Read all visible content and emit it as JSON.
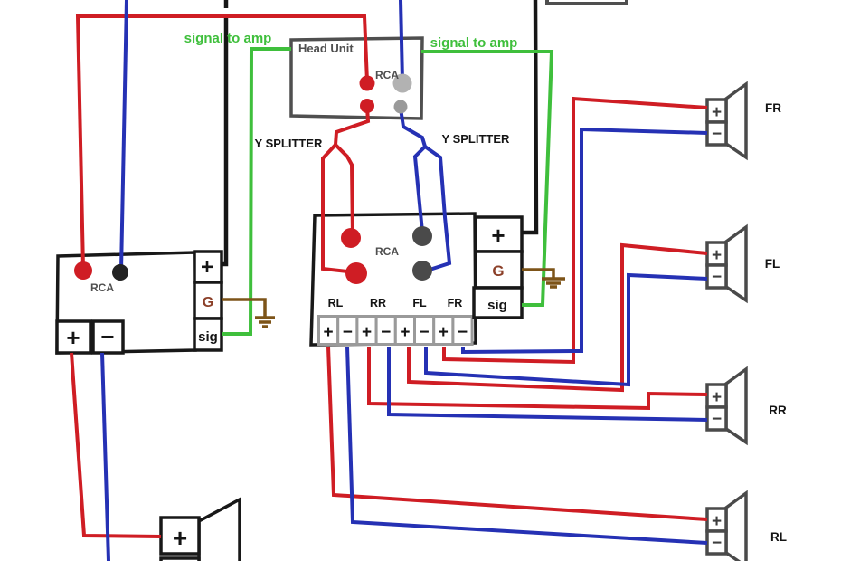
{
  "colors": {
    "wire_red": "#cf1d24",
    "wire_blue": "#2531b4",
    "wire_green": "#3fbf3c",
    "wire_black": "#161616",
    "wire_brown": "#7d5418",
    "box_black": "#181818",
    "box_gray": "#4f4f4f",
    "speaker_gray": "#4a4a4a",
    "terminal_gray": "#9a9a9a",
    "g_label": "#8b3f28",
    "rca_red": "#cf1d24",
    "rca_light_gray": "#b2b2b2",
    "rca_dark_gray": "#4a4a4a",
    "rca_black": "#222222"
  },
  "labels": {
    "signal_to_amp_left": "signal to amp",
    "signal_to_amp_right": "signal to amp",
    "y_splitter_left": "Y SPLITTER",
    "y_splitter_right": "Y SPLITTER"
  },
  "head_unit": {
    "title": "Head Unit",
    "rca": "RCA"
  },
  "front_amp": {
    "rca": "RCA",
    "channels": [
      "RL",
      "RR",
      "FL",
      "FR"
    ],
    "speaker_terminals": [
      "+",
      "−",
      "+",
      "−",
      "+",
      "−",
      "+",
      "−"
    ],
    "power_plus": "+",
    "power_ground": "G",
    "power_signal": "sig"
  },
  "sub_amp": {
    "rca": "RCA",
    "out_plus": "+",
    "out_minus": "−",
    "power_plus": "+",
    "power_ground": "G",
    "power_signal": "sig"
  },
  "speakers": [
    {
      "label": "FR",
      "plus": "+",
      "minus": "−"
    },
    {
      "label": "FL",
      "plus": "+",
      "minus": "−"
    },
    {
      "label": "RR",
      "plus": "+",
      "minus": "−"
    },
    {
      "label": "RL",
      "plus": "+",
      "minus": "−"
    }
  ],
  "subwoofer": {
    "plus": "+"
  }
}
